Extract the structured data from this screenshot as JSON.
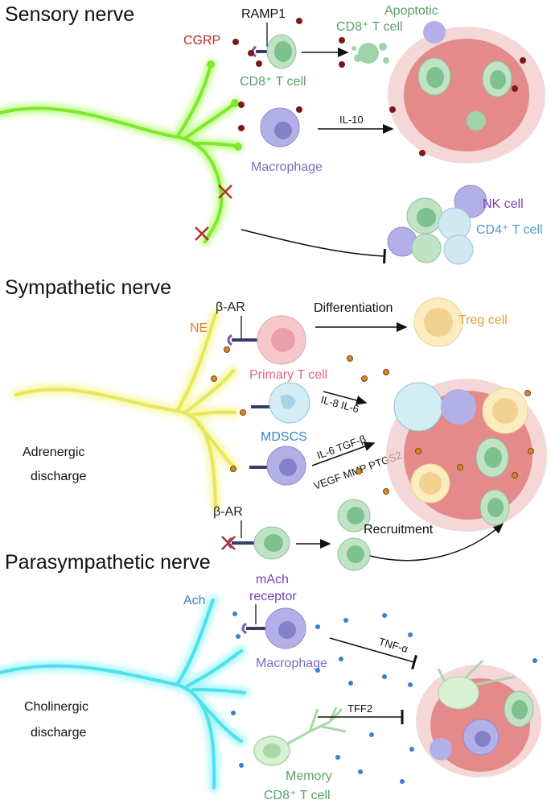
{
  "sections": {
    "sensory": {
      "title": "Sensory nerve",
      "ramp1": "RAMP1",
      "cgrp": "CGRP",
      "cd8": "CD8⁺ T cell",
      "apoptotic_1": "Apoptotic",
      "apoptotic_2": "CD8⁺ T cell",
      "il10": "IL-10",
      "macrophage": "Macrophage",
      "nk": "NK cell",
      "cd4": "CD4⁺ T cell"
    },
    "sympathetic": {
      "title": "Sympathetic nerve",
      "bar1": "β-AR",
      "ne": "NE",
      "differentiation": "Differentiation",
      "treg": "Treg cell",
      "primary": "Primary T cell",
      "il8il6": "IL-8 IL-6",
      "mdscs": "MDSCS",
      "il6tgf": "IL-6 TGF-β",
      "vegf": "VEGF MMP PTGS2",
      "adrenergic_1": "Adrenergic",
      "adrenergic_2": "discharge",
      "bar2": "β-AR",
      "recruitment": "Recruitment"
    },
    "parasympathetic": {
      "title": "Parasympathetic nerve",
      "mach_1": "mAch",
      "mach_2": "receptor",
      "ach": "Ach",
      "tnf": "TNF-α",
      "macrophage": "Macrophage",
      "cholinergic_1": "Cholinergic",
      "cholinergic_2": "discharge",
      "tff2": "TFF2",
      "memory_1": "Memory",
      "memory_2": "CD8⁺ T cell"
    }
  },
  "colors": {
    "sensory_nerve": "#7ee82a",
    "sympathetic_nerve": "#e6e85a",
    "parasympathetic_nerve": "#4fe0ea",
    "cgrp": "#c0282c",
    "ne": "#e0812a",
    "ach": "#3a7fd4",
    "cd8": "#5aa06a",
    "macrophage": "#7b6bc0",
    "primary_t": "#e0687a",
    "mdscs": "#3a86c8",
    "tumor": "#e48a8a"
  }
}
